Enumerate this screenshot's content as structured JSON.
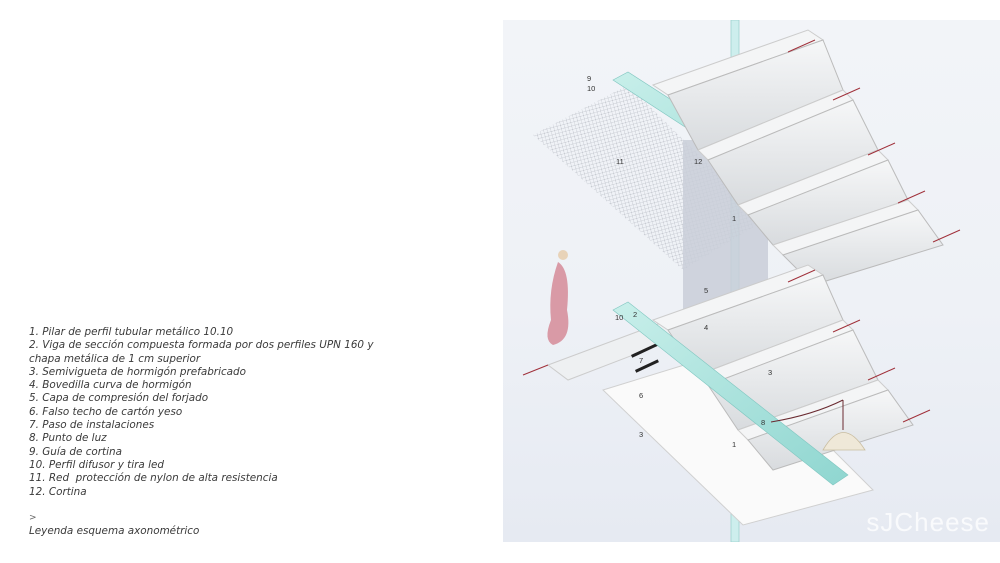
{
  "legend": {
    "items": [
      "1. Pilar de perfil tubular metálico 10.10",
      "2. Viga de sección compuesta formada por dos perfiles UPN 160 y\nchapa metálica de 1 cm superior",
      "3. Semivigueta de hormigón prefabricado",
      "4. Bovedilla curva de hormigón",
      "5. Capa de compresión del forjado",
      "6. Falso techo de cartón yeso",
      "7. Paso de instalaciones",
      "8. Punto de luz",
      "9. Guía de cortina",
      "10. Perfil difusor y tira led",
      "11. Red  protección de nylon de alta resistencia",
      "12. Cortina"
    ],
    "caret": ">",
    "caption": "Leyenda esquema axonométrico"
  },
  "diagram": {
    "labels": {
      "l9": "9",
      "l10_top": "10",
      "l11": "11",
      "l12": "12",
      "l1_top": "1",
      "l5": "5",
      "l2": "2",
      "l10_bottom": "10",
      "l4": "4",
      "l7": "7",
      "l3_right": "3",
      "l6": "6",
      "l8": "8",
      "l3_left": "3",
      "l1_bottom": "1"
    },
    "watermark": "sJCheese",
    "colors": {
      "background": "#eef1f6",
      "beam": "#a8e0dc",
      "slab": "#f4f5f6",
      "vault": "#e6e8ea",
      "curtain": "#c9ced8",
      "wire": "#a0303a",
      "dress": "#d99aa6"
    }
  }
}
